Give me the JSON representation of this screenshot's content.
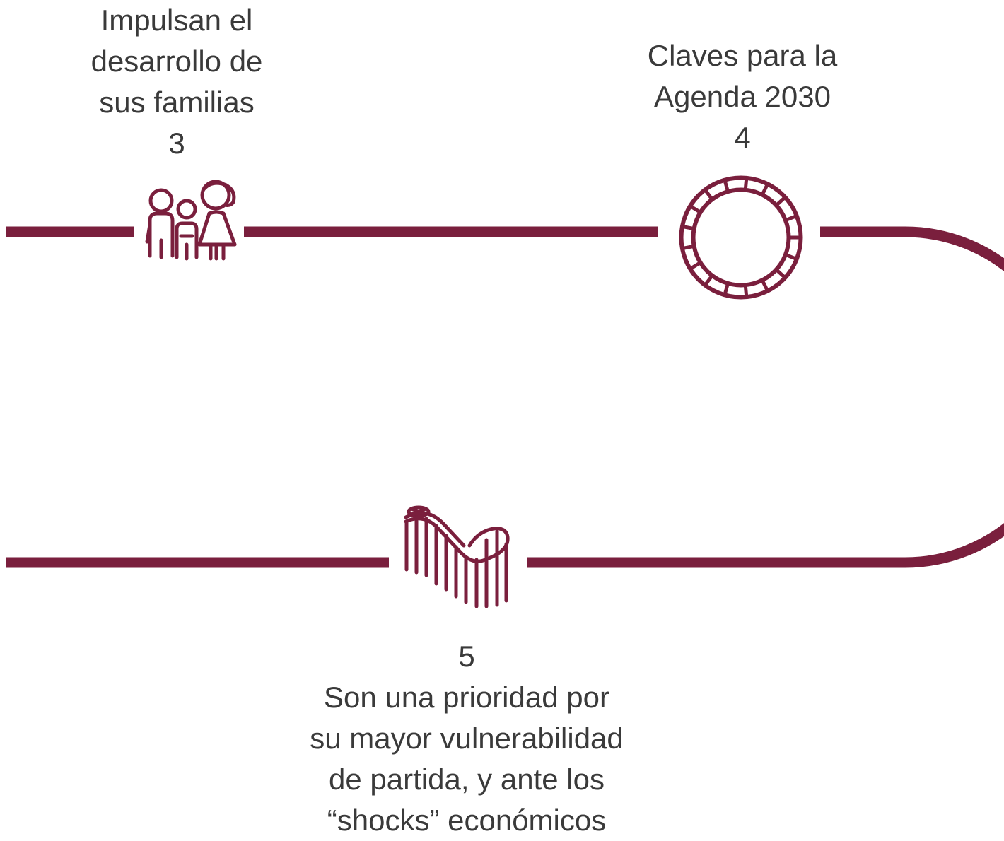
{
  "colors": {
    "accent": "#7a1f3d",
    "text": "#3a3a3a",
    "background": "#ffffff"
  },
  "steps": [
    {
      "number": "3",
      "lines": [
        "Impulsan el",
        "desarrollo de",
        "sus familias"
      ],
      "icon": "family-icon"
    },
    {
      "number": "4",
      "lines": [
        "Claves para la",
        "Agenda 2030"
      ],
      "icon": "sdg-wheel-icon"
    },
    {
      "number": "5",
      "lines": [
        "Son una prioridad por",
        "su mayor vulnerabilidad",
        "de partida, y ante los",
        "“shocks” económicos"
      ],
      "icon": "roller-coaster-icon"
    }
  ]
}
